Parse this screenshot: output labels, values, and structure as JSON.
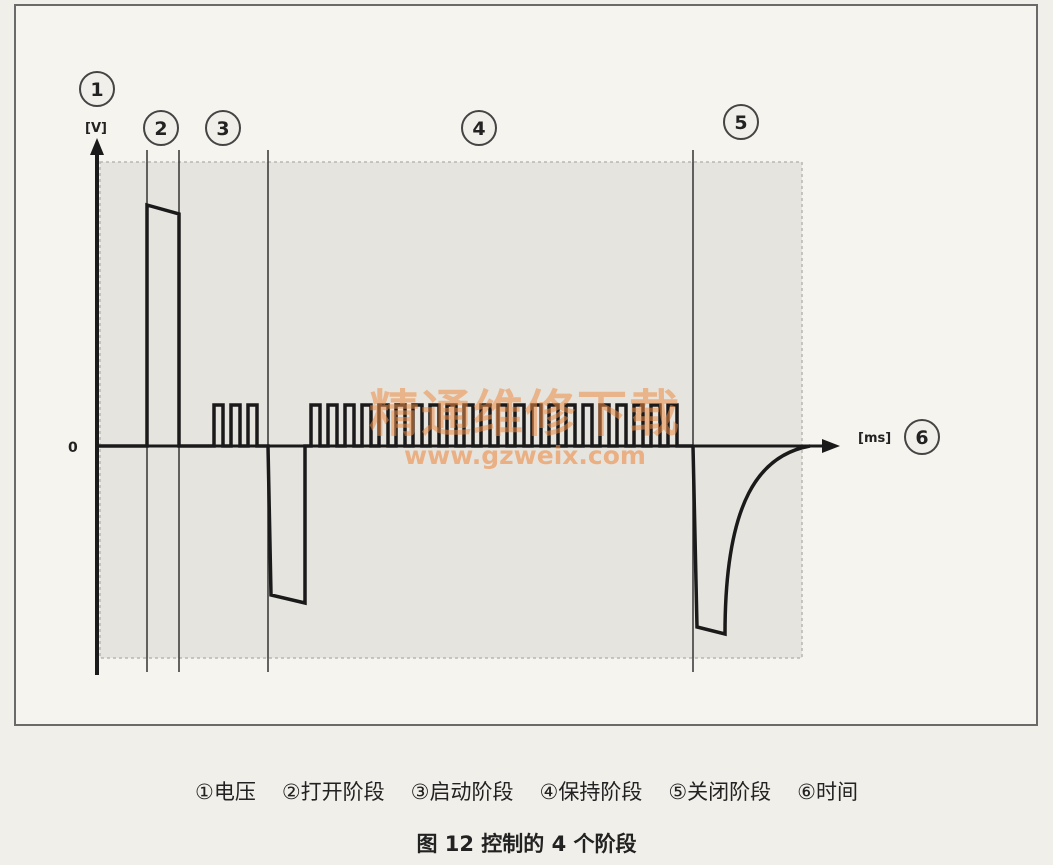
{
  "diagram": {
    "y_unit": "[V]",
    "x_unit": "[ms]",
    "zero_label": "0",
    "markers": [
      "1",
      "2",
      "3",
      "4",
      "5",
      "6"
    ]
  },
  "legend": [
    "①电压",
    "②打开阶段",
    "③启动阶段",
    "④保持阶段",
    "⑤关闭阶段",
    "⑥时间"
  ],
  "caption": "图 12   控制的 4 个阶段",
  "watermark": {
    "title": "精通维修下载",
    "url": "www.gzweix.com"
  },
  "colors": {
    "waveform": "#1a1a1a",
    "shaded_area": "#e4e2dc",
    "watermark": "#ec8c46"
  }
}
